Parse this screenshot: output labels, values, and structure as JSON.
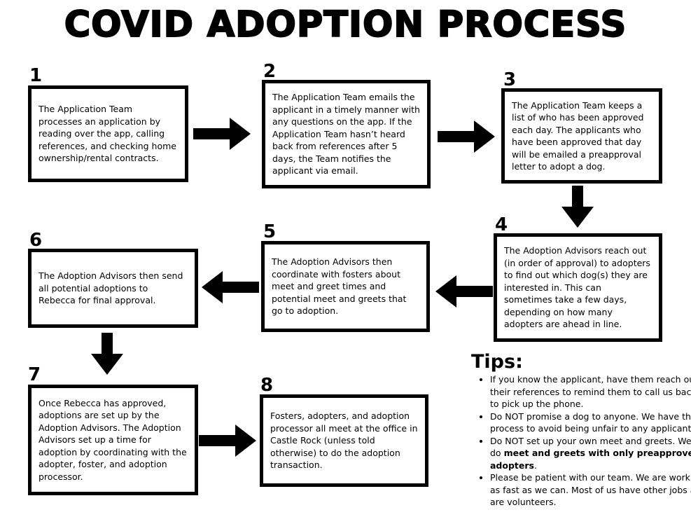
{
  "title": "COVID ADOPTION PROCESS",
  "steps": [
    {
      "number": "1",
      "text": "The Application Team processes an application by reading over the app, calling references, and checking home ownership/rental contracts."
    },
    {
      "number": "2",
      "text": "The Application Team emails the applicant in a timely manner with any questions on the app. If the Application Team hasn’t heard back from references after 5 days, the Team notifies the applicant via email."
    },
    {
      "number": "3",
      "text": "The Application Team keeps a list of who has been approved each day. The applicants who have been approved that day will be emailed a preapproval letter to adopt a dog."
    },
    {
      "number": "4",
      "text": "The Adoption Advisors reach out (in order of approval) to adopters to find out which dog(s) they are interested in. This can sometimes take a few days, depending on how many adopters are ahead in line."
    },
    {
      "number": "5",
      "text": "The Adoption Advisors then coordinate with fosters about meet and greet times and potential meet and greets that go to adoption."
    },
    {
      "number": "6",
      "text": "The Adoption Advisors then send all potential adoptions to Rebecca for final approval."
    },
    {
      "number": "7",
      "text": "Once Rebecca has approved, adoptions are set up by the Adoption Advisors. The Adoption Advisors set up a time for adoption by coordinating with the adopter, foster, and adoption processor."
    },
    {
      "number": "8",
      "text": "Fosters, adopters, and adoption processor all meet at the office in Castle Rock (unless told otherwise) to do the adoption transaction."
    }
  ],
  "tips": {
    "heading": "Tips:",
    "items": [
      {
        "text": "If you know the applicant, have them reach out to their references to remind them to call us back or to pick up the phone."
      },
      {
        "text": "Do NOT promise a dog to anyone. We have this process to avoid being unfair to any applicants."
      },
      {
        "text": "Do NOT set up your own meet and greets. We can do ",
        "bold": "meet and greets with only preapproved adopters",
        "after": "."
      },
      {
        "text": "Please be patient with our team. We are working as fast as we can. Most of us have other jobs and are volunteers."
      }
    ]
  }
}
